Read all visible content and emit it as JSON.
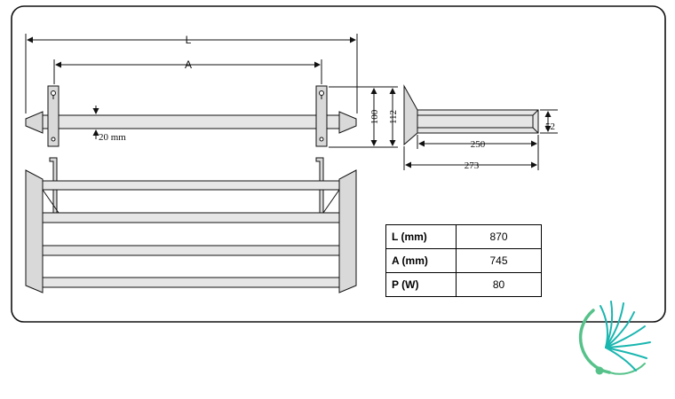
{
  "front_view": {
    "dim_L_label": "L",
    "dim_A_label": "A",
    "tube_diameter_label": "20 mm",
    "height_100_label": "100",
    "height_112_label": "112"
  },
  "side_view": {
    "depth_52_label": "52",
    "length_250_label": "250",
    "length_273_label": "273"
  },
  "spec_table": {
    "rows": [
      {
        "key": "L (mm)",
        "value": "870"
      },
      {
        "key": "A (mm)",
        "value": "745"
      },
      {
        "key": "P (W)",
        "value": "80"
      }
    ]
  },
  "colors": {
    "frame": "#111111",
    "part_fill": "#d9d9d9",
    "logo_teal": "#1ab6b0",
    "logo_green": "#56c28a"
  },
  "icons": {
    "logo": "dandelion-logo-icon"
  }
}
